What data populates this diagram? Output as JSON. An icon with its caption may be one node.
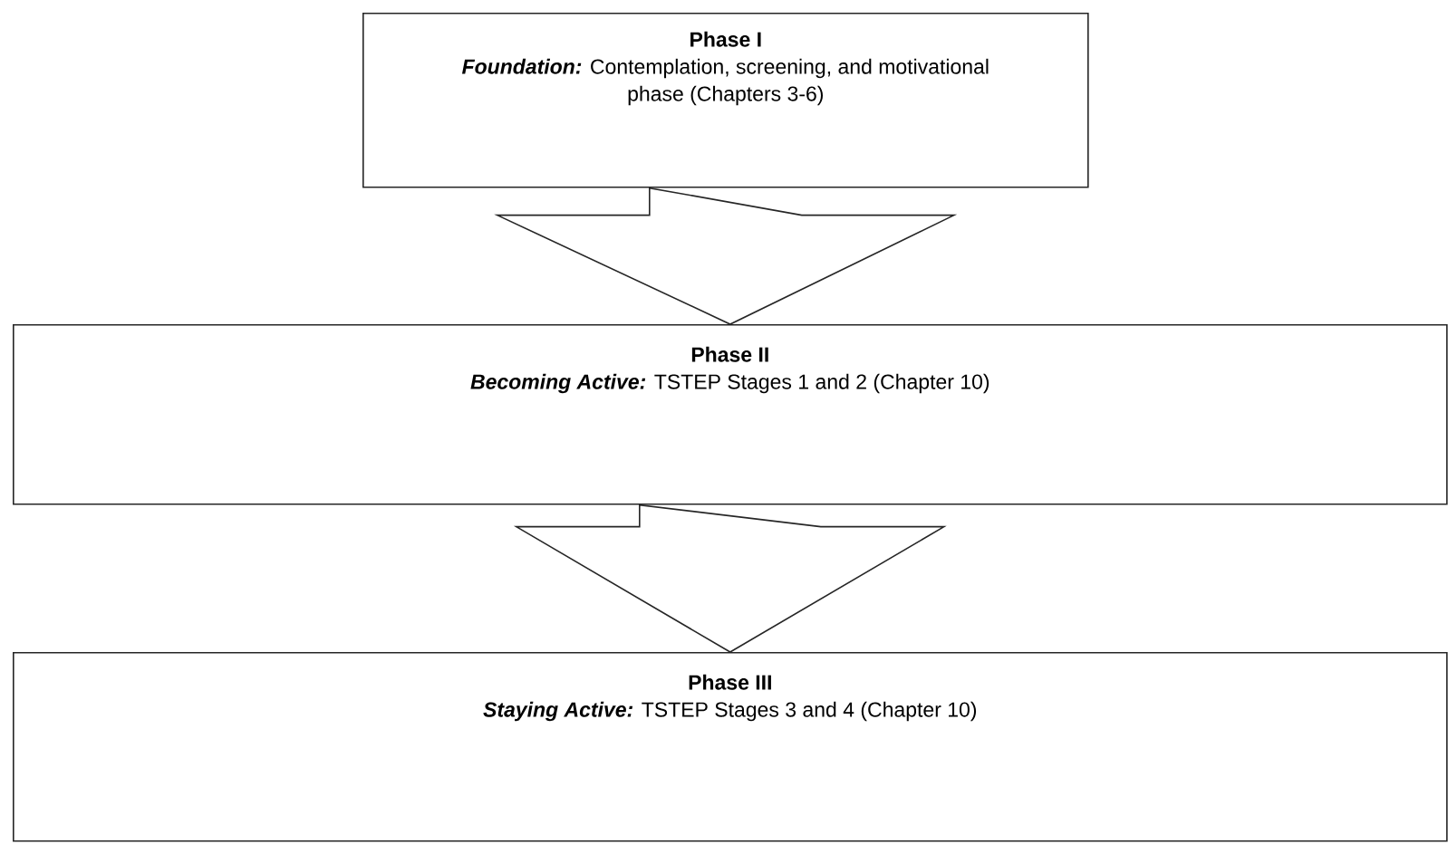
{
  "diagram": {
    "nodes": [
      {
        "text": [
          "Phase I",
          "**Foundation:** Contemplation, screening, and motivational phase (Chapters 3-6)"
        ]
      },
      {
        "text": [
          "Phase II",
          "**Becoming Active:** TSTEP Stages 1 and 2 (Chapter 10)"
        ]
      },
      {
        "text": [
          "Phase III",
          "**Staying Active:** TSTEP Stages 3 and 4 (Chapter 10)"
        ]
      }
    ],
    "edges": [
      {
        "from": 0,
        "to": 1,
        "arrow": "to"
      },
      {
        "from": 1,
        "to": 2,
        "arrow": "to"
      }
    ]
  }
}
